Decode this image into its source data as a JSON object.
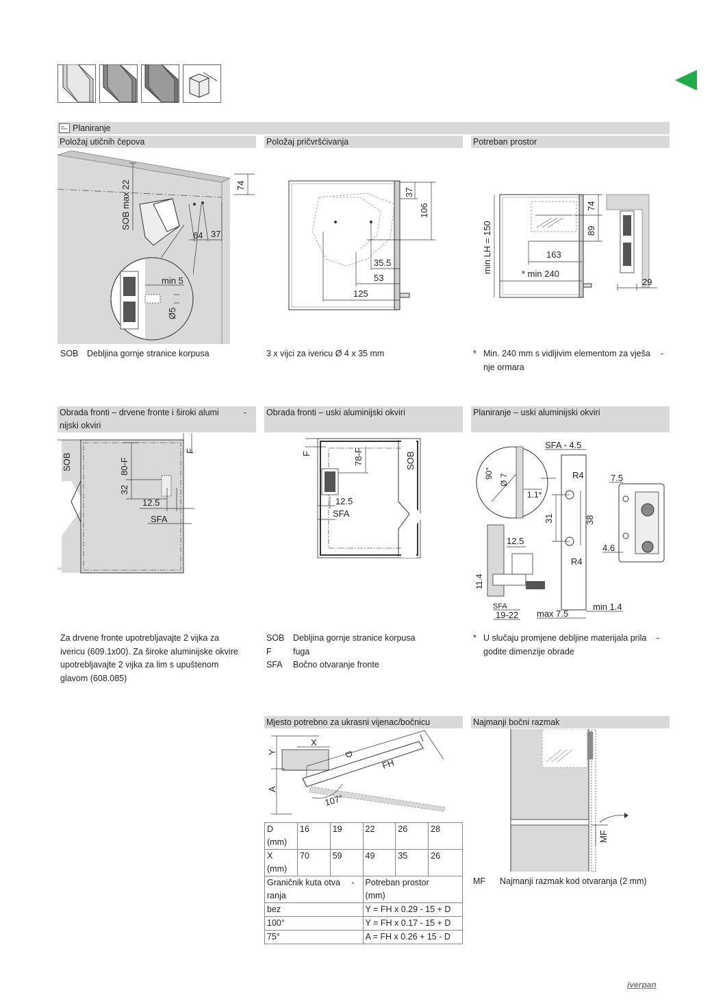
{
  "header": {
    "planning_label": "Planiranje",
    "logo_text": "iverpan"
  },
  "sections": {
    "polozaj_cepova": {
      "title": "Položaj utičnih čepova",
      "dims": [
        "SOB max 22",
        "74",
        "64",
        "37",
        "min 5",
        "Ø5"
      ],
      "legend": [
        {
          "key": "SOB",
          "value": "Debljina gornje stranice korpusa"
        }
      ]
    },
    "polozaj_pricvrscivanja": {
      "title": "Položaj pričvršćivanja",
      "dims": [
        "37",
        "106",
        "35.5",
        "53",
        "125"
      ],
      "note": "3 x vijci za ivericu Ø 4 x 35 mm"
    },
    "potreban_prostor": {
      "title": "Potreban prostor",
      "dims": [
        "74",
        "89",
        "min LH = 150",
        "163",
        "* min 240",
        "29"
      ],
      "note_star": "*",
      "note_line1": "Min. 240 mm s vidljivim elementom za vješa",
      "note_hyphen": "-",
      "note_line2": "nje ormara"
    },
    "obrada_drvene": {
      "title_line1": "Obrada fronti – drvene fronte i široki alumi",
      "title_hyphen": "-",
      "title_line2": "nijski okviri",
      "dims": [
        "SOB",
        "F",
        "80-F",
        "32",
        "12.5",
        "SFA"
      ],
      "text": [
        "Za drvene fronte upotrebljavajte 2 vijka za",
        "ivericu (609.1x00). Za široke aluminijske okvire",
        "upotrebljavajte 2 vijka za lim s upuštenom",
        "glavom (608.085)"
      ]
    },
    "obrada_uski": {
      "title": "Obrada fronti – uski aluminijski okviri",
      "dims": [
        "F",
        "78-F",
        "SOB",
        "12.5",
        "SFA"
      ],
      "legend": [
        {
          "key": "SOB",
          "value": "Debljina gornje stranice korpusa"
        },
        {
          "key": "F",
          "value": "fuga"
        },
        {
          "key": "SFA",
          "value": "Bočno otvaranje fronte"
        }
      ]
    },
    "planiranje_uski": {
      "title": "Planiranje – uski aluminijski okviri",
      "dims": [
        "SFA - 4.5",
        "R4",
        "7.5",
        "90°",
        "Ø 7",
        "1.1*",
        "31",
        "38",
        "12.5",
        "4.6",
        "R4",
        "11.4",
        "SFA",
        "19-22",
        "max 7.5",
        "min 1.4"
      ],
      "note_star": "*",
      "note_line1": "U slučaju promjene debljine materijala prila",
      "note_hyphen": "-",
      "note_line2": "godite dimenzije obrade"
    },
    "mjesto_vijenac": {
      "title": "Mjesto potrebno za ukrasni vijenac/bočnicu",
      "dims": [
        "X",
        "Y",
        "D",
        "FH",
        "A",
        "107°"
      ],
      "table": {
        "row_d": {
          "label": "D (mm)",
          "values": [
            "16",
            "19",
            "22",
            "26",
            "28"
          ]
        },
        "row_x": {
          "label": "X (mm)",
          "values": [
            "70",
            "59",
            "49",
            "35",
            "26"
          ]
        },
        "head_left_1": "Graničnik kuta otva",
        "head_left_hyphen": "-",
        "head_left_2": "ranja",
        "head_right_1": "Potreban prostor",
        "head_right_2": "(mm)",
        "rows": [
          {
            "label": "bez",
            "formula": "Y = FH x 0.29 - 15 + D"
          },
          {
            "label": "100°",
            "formula": "Y = FH x 0.17 - 15 + D"
          },
          {
            "label": "75°",
            "formula": "A = FH x 0.26 + 15 - D"
          }
        ]
      }
    },
    "najmanji_razmak": {
      "title": "Najmanji bočni razmak",
      "dims": [
        "MF"
      ],
      "legend": [
        {
          "key": "MF",
          "value": "Najmanji razmak kod otvaranja (2 mm)"
        }
      ]
    }
  },
  "colors": {
    "accent_green": "#1fad4b",
    "bar_gray": "#d9d9d9",
    "panel_gray": "#dcdcdc"
  }
}
